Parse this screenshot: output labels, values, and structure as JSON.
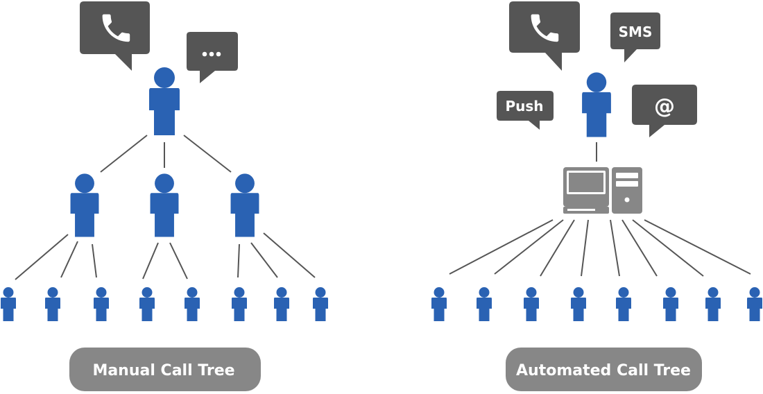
{
  "colors": {
    "person": "#2a62b3",
    "bubble": "#555555",
    "line": "#555555",
    "pill": "#878787",
    "text_on_dark": "#ffffff"
  },
  "manual": {
    "label": "Manual Call Tree",
    "bubbles": [
      {
        "kind": "icon",
        "icon": "phone-icon"
      },
      {
        "kind": "icon",
        "icon": "ellipsis-icon"
      }
    ]
  },
  "automated": {
    "label": "Automated Call Tree",
    "bubbles": [
      {
        "kind": "icon",
        "icon": "phone-icon"
      },
      {
        "kind": "text",
        "text": "SMS"
      },
      {
        "kind": "text",
        "text": "Push"
      },
      {
        "kind": "icon",
        "icon": "at-sign-icon",
        "text": "@"
      }
    ],
    "hub_icon": "computer-icon"
  }
}
